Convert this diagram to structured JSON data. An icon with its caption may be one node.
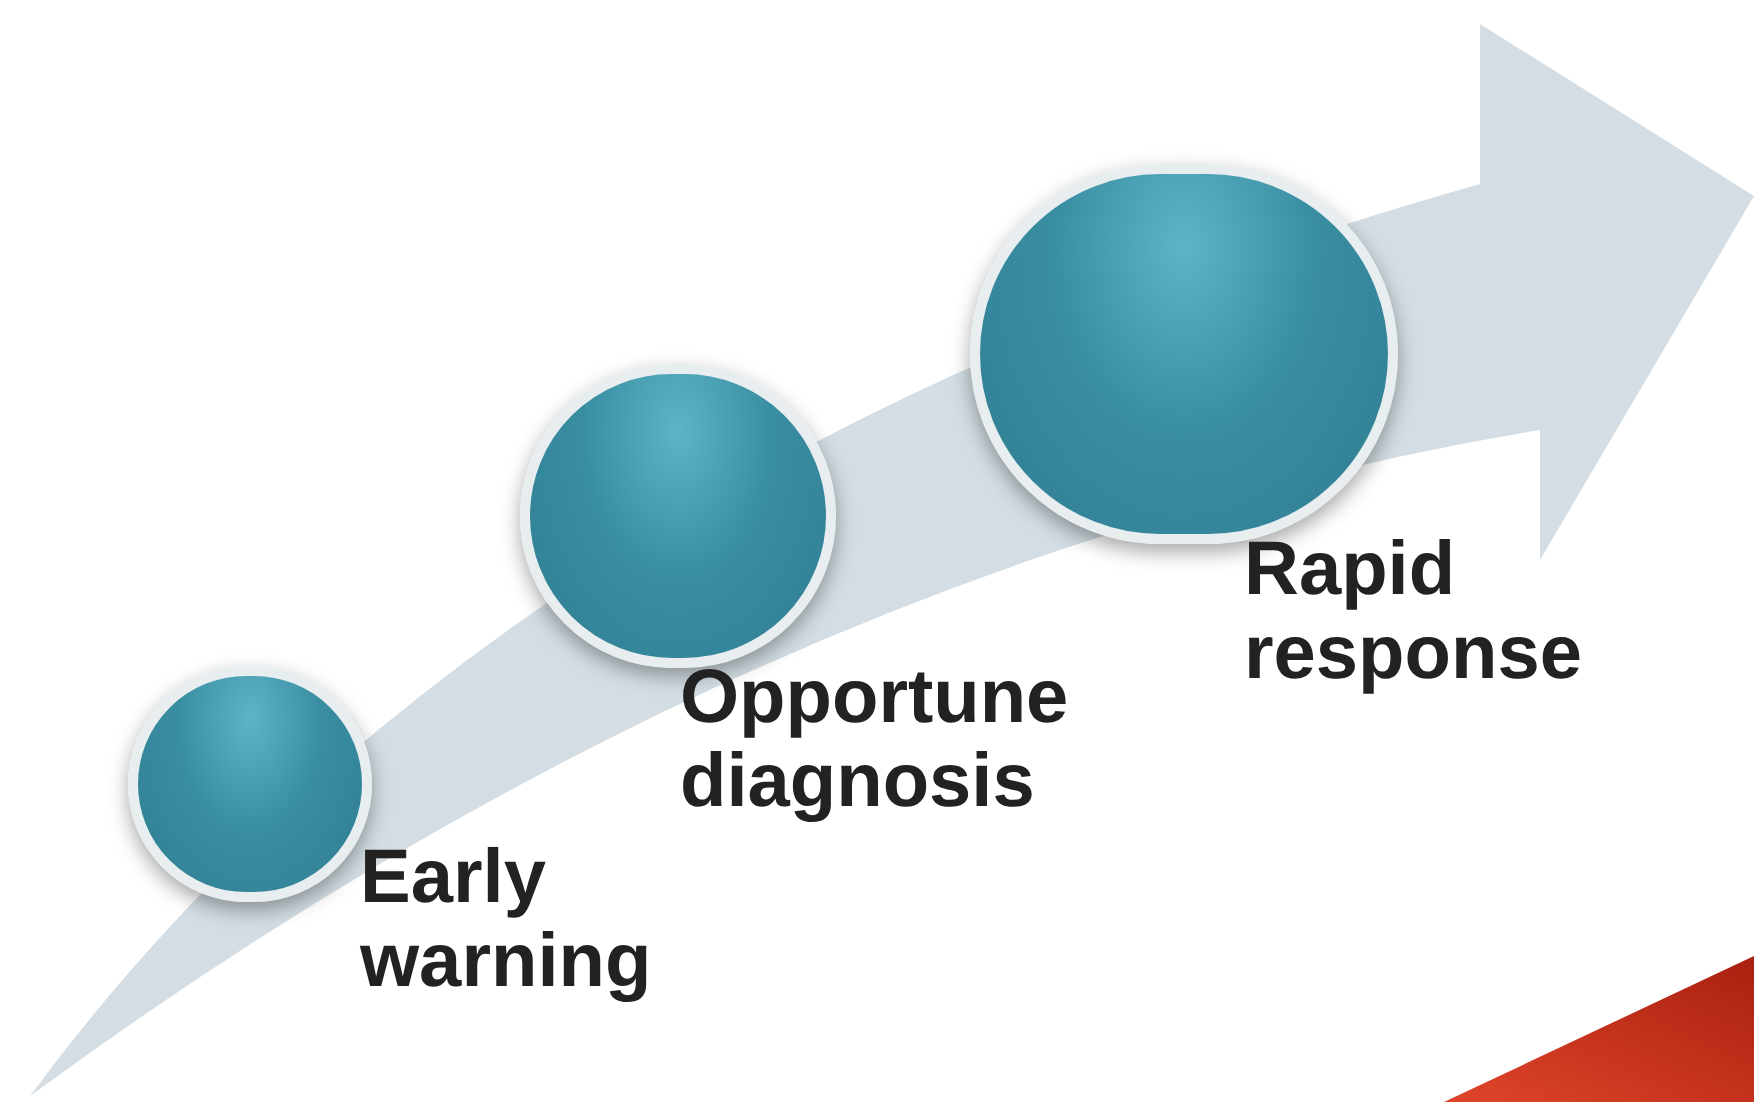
{
  "diagram": {
    "nodes": [
      {
        "text": [],
        "shape": "circle",
        "beside": [
          "Early warning"
        ]
      },
      {
        "text": [],
        "shape": "circle",
        "beside": [
          "Opportune diagnosis"
        ]
      },
      {
        "text": [],
        "shape": "circle",
        "beside": [
          "Rapid response"
        ]
      }
    ]
  }
}
